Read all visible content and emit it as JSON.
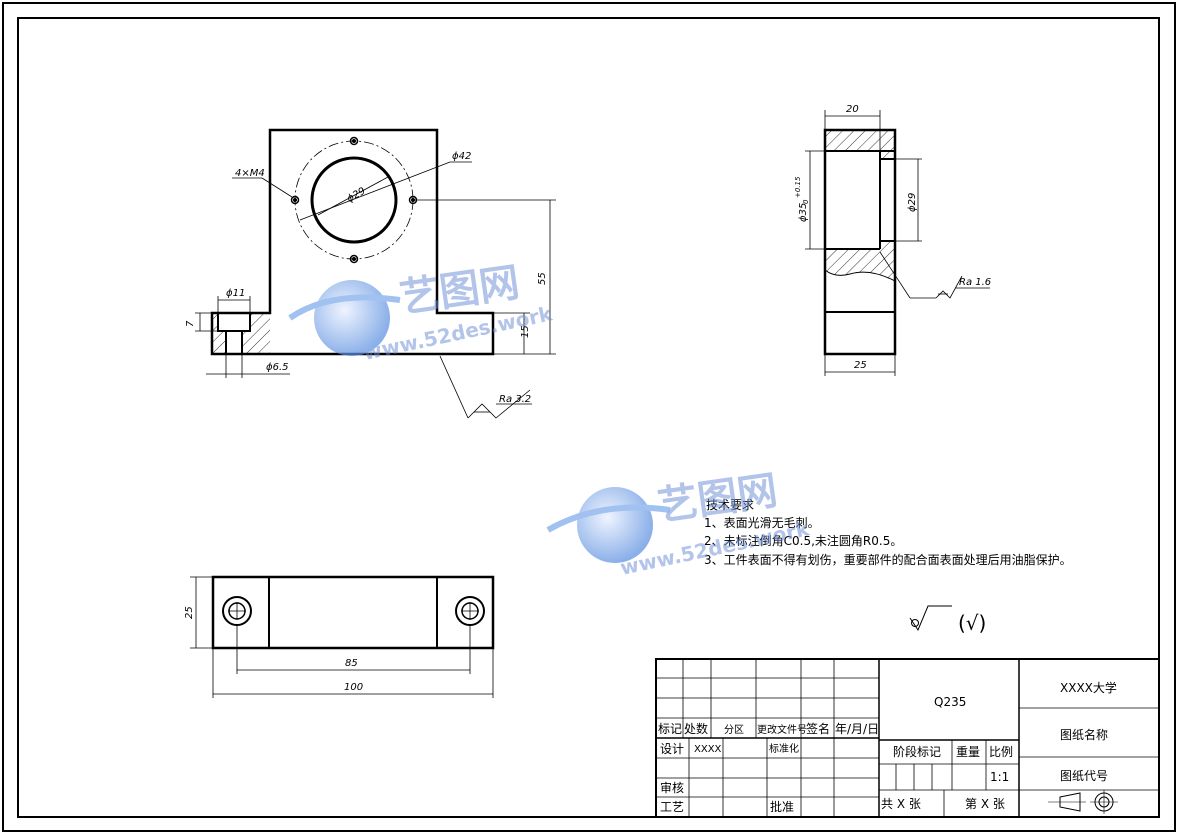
{
  "drawing": {
    "front_view": {
      "hole_pattern_label": "4×M4",
      "bore_dia": "ϕ29",
      "bolt_circle_dia": "ϕ42",
      "height_total": "55",
      "base_height": "15",
      "counterbore_dia": "ϕ11",
      "counterbore_depth": "7",
      "through_hole_dia": "ϕ6.5",
      "roughness_label": "Ra 3.2"
    },
    "side_view": {
      "width": "20",
      "outer_dia": "ϕ35",
      "tol_upper": "+0.15",
      "tol_lower": "0",
      "bore_dia": "ϕ29",
      "roughness_label": "Ra 1.6",
      "depth": "25"
    },
    "top_view": {
      "hole_spacing": "85",
      "length": "100",
      "width": "25"
    }
  },
  "technical_requirements": {
    "title": "技术要求",
    "lines": [
      "1、表面光滑无毛刺。",
      "2、未标注倒角C0.5,未注圆角R0.5。",
      "3、工件表面不得有划伤，重要部件的配合面表面处理后用油脂保护。"
    ]
  },
  "general_roughness": {
    "symbol_text": "(√)"
  },
  "title_block": {
    "material": "Q235",
    "school": "XXXX大学",
    "drawing_name": "图纸名称",
    "drawing_code": "图纸代号",
    "row_labels": {
      "mark": "标记",
      "count": "处数",
      "zone": "分区",
      "change_doc": "更改文件号",
      "sign": "签名",
      "date": "年/月/日",
      "design": "设计",
      "designer": "XXXX",
      "standard": "标准化",
      "review": "审核",
      "process": "工艺",
      "approve": "批准"
    },
    "stage_mark": "阶段标记",
    "weight": "重量",
    "scale_label": "比例",
    "scale_value": "1:1",
    "total_sheets": "共 X 张",
    "sheet_no": "第 X 张"
  },
  "watermark": {
    "brand": "艺图网",
    "url": "www.52des.work"
  },
  "colors": {
    "line": "#000000",
    "watermark": "#5b7fd0",
    "background": "#ffffff"
  }
}
